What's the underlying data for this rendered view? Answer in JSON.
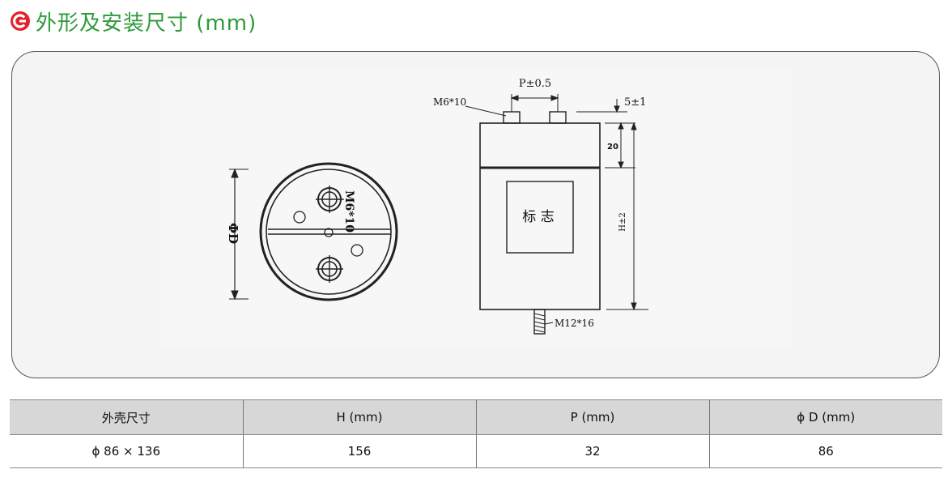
{
  "header": {
    "title": "外形及安装尺寸 (mm)",
    "brand_color": "#e3222b",
    "title_color": "#2d9b3a"
  },
  "diagram": {
    "top_view": {
      "diameter_label": "ΦD",
      "thread_label": "M6*10"
    },
    "side_view": {
      "pitch_label": "P±0.5",
      "terminal_label": "M6*10",
      "terminal_height_label": "5±1",
      "band_label": "20",
      "height_label": "H±2",
      "marking_label": "标 志",
      "stud_label": "M12*16"
    }
  },
  "table": {
    "headers": [
      "外壳尺寸",
      "H (mm)",
      "P (mm)",
      "ϕ D (mm)"
    ],
    "rows": [
      [
        "ϕ 86 × 136",
        "156",
        "32",
        "86"
      ]
    ]
  }
}
